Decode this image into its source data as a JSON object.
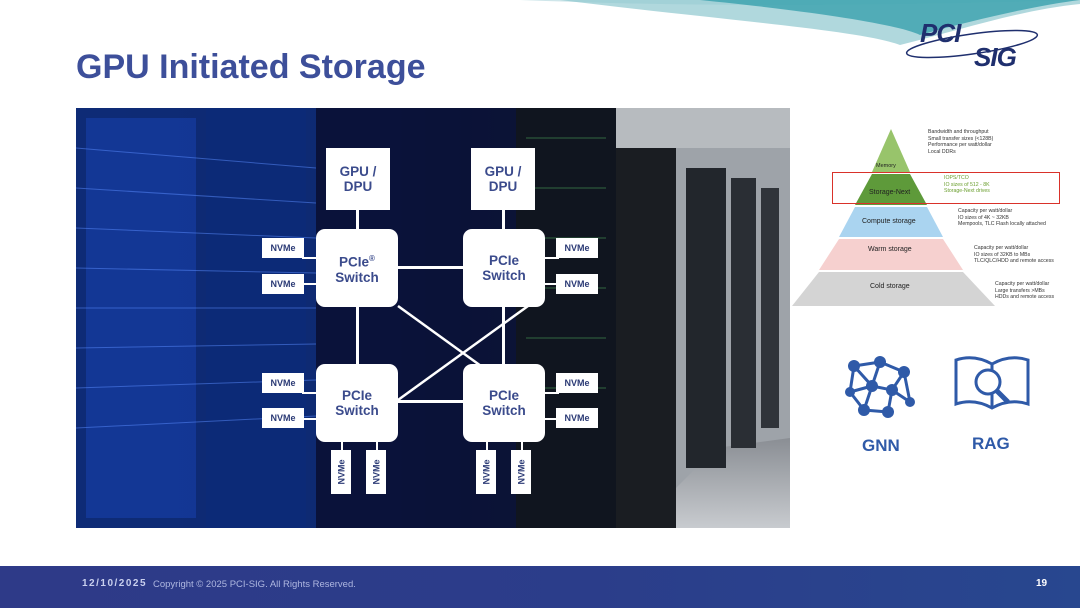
{
  "slide": {
    "title": "GPU Initiated Storage",
    "logo": {
      "top": "PCI",
      "bottom": "SIG"
    }
  },
  "diagram": {
    "gpu_left": [
      "GPU /",
      "DPU"
    ],
    "gpu_right": [
      "GPU /",
      "DPU"
    ],
    "switch_tl": {
      "line1": "PCIe",
      "sup": "®",
      "line2": "Switch"
    },
    "switch_tr": [
      "PCIe",
      "Switch"
    ],
    "switch_bl": [
      "PCIe",
      "Switch"
    ],
    "switch_br": [
      "PCIe",
      "Switch"
    ],
    "nvme_label": "NVMe"
  },
  "pyramid": {
    "tiers": [
      "Memory",
      "Storage-Next",
      "Compute storage",
      "Warm storage",
      "Cold storage"
    ],
    "memory_notes": [
      "Bandwidth and throughput",
      "Small transfer sizes (<128B)",
      "Performance per watt/dollar",
      "Local DDRs"
    ],
    "storage_next_notes": [
      "IOPS/TCO",
      "IO sizes of 512 - 8K",
      "Storage-Next drives"
    ],
    "compute_notes": [
      "Capacity per watt/dollar",
      "IO sizes of 4K ~ 32KB",
      "Mempools, TLC Flash locally attached"
    ],
    "warm_notes": [
      "Capacity per watt/dollar",
      "IO sizes of 32KB to MBs",
      "TLC/QLC/HDD and remote access"
    ],
    "cold_notes": [
      "Capacity per watt/dollar",
      "Large transfers >MBs",
      "HDDs and remote access"
    ]
  },
  "icons": {
    "gnn": {
      "name": "neural-network-icon",
      "label": "GNN"
    },
    "rag": {
      "name": "book-search-icon",
      "label": "RAG"
    }
  },
  "footer": {
    "date": "12/10/2025",
    "copyright": "Copyright © 2025 PCI-SIG. All Rights Reserved.",
    "page": "19"
  },
  "colors": {
    "title": "#3d4f9a",
    "footer": "#2e3a88",
    "accent": "#2f5aa8",
    "highlight": "#d9322a"
  }
}
